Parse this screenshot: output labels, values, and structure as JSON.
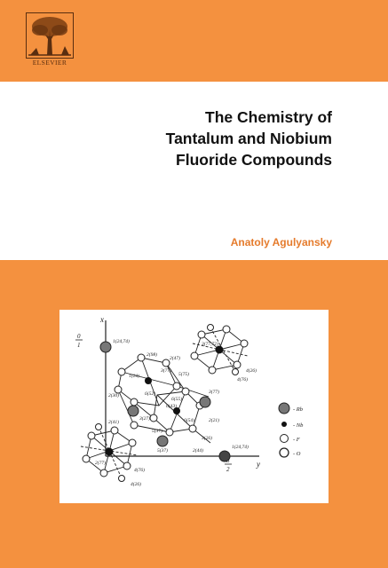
{
  "publisher": {
    "name": "ELSEVIER",
    "logo_icon": "elsevier-tree-icon"
  },
  "book": {
    "title_lines": [
      "The Chemistry of",
      "Tantalum and Niobium",
      "Fluoride Compounds"
    ],
    "author": "Anatoly Agulyansky"
  },
  "figure": {
    "axis_x": "x",
    "axis_y": "y",
    "half_top": "0",
    "half_bottom": "1",
    "half_right_top": "8",
    "half_right_bottom": "2",
    "atom_labels": [
      "1(24,74)",
      "3(77,72)",
      "4(26)",
      "4(76)",
      "2(30)",
      "2(98)",
      "2(47)",
      "3(77)",
      "1(24)",
      "5(75)",
      "6(52)",
      "6(55)",
      "6(43)",
      "3(77)",
      "2(41)",
      "3(27)",
      "5(37)",
      "6(54)",
      "5(37)",
      "2(44)",
      "3(26)",
      "1(24,74)",
      "4(76)",
      "4(26)",
      "2(77)",
      "2(21)"
    ],
    "legend": [
      {
        "symbol": "rb-atom-icon",
        "label": "- Rb"
      },
      {
        "symbol": "nb-atom-icon",
        "label": "- Nb"
      },
      {
        "symbol": "f-atom-icon",
        "label": "- F"
      },
      {
        "symbol": "o-atom-icon",
        "label": "- O"
      }
    ]
  },
  "colors": {
    "band": "#f4913f",
    "author": "#e57b2c",
    "title": "#111111"
  }
}
